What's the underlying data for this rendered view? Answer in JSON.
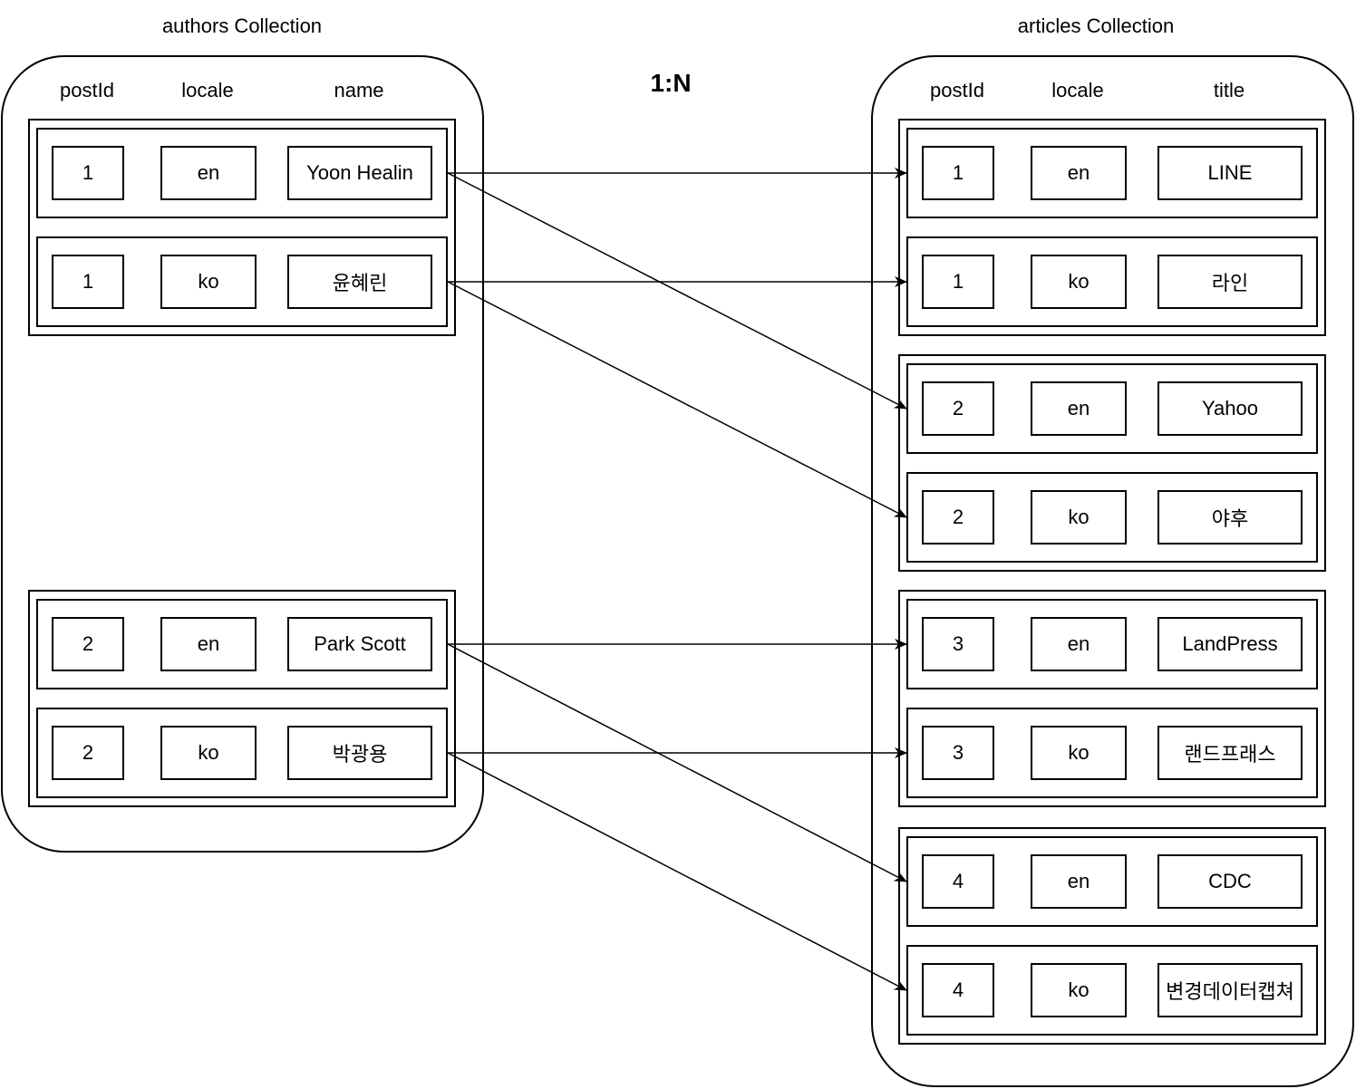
{
  "relationship_label": "1:N",
  "authors": {
    "title": "authors Collection",
    "columns": [
      "postId",
      "locale",
      "name"
    ],
    "groups": [
      {
        "rows": [
          {
            "postId": "1",
            "locale": "en",
            "name": "Yoon Healin"
          },
          {
            "postId": "1",
            "locale": "ko",
            "name": "윤혜린"
          }
        ]
      },
      {
        "rows": [
          {
            "postId": "2",
            "locale": "en",
            "name": "Park Scott"
          },
          {
            "postId": "2",
            "locale": "ko",
            "name": "박광용"
          }
        ]
      }
    ]
  },
  "articles": {
    "title": "articles Collection",
    "columns": [
      "postId",
      "locale",
      "title"
    ],
    "groups": [
      {
        "rows": [
          {
            "postId": "1",
            "locale": "en",
            "title": "LINE"
          },
          {
            "postId": "1",
            "locale": "ko",
            "title": "라인"
          }
        ]
      },
      {
        "rows": [
          {
            "postId": "2",
            "locale": "en",
            "title": "Yahoo"
          },
          {
            "postId": "2",
            "locale": "ko",
            "title": "야후"
          }
        ]
      },
      {
        "rows": [
          {
            "postId": "3",
            "locale": "en",
            "title": "LandPress"
          },
          {
            "postId": "3",
            "locale": "ko",
            "title": "랜드프래스"
          }
        ]
      },
      {
        "rows": [
          {
            "postId": "4",
            "locale": "en",
            "title": "CDC"
          },
          {
            "postId": "4",
            "locale": "ko",
            "title": "변경데이터캡쳐"
          }
        ]
      }
    ]
  },
  "links": [
    {
      "from": "authors.0.0",
      "to": "articles.0.0"
    },
    {
      "from": "authors.0.0",
      "to": "articles.1.0"
    },
    {
      "from": "authors.0.1",
      "to": "articles.0.1"
    },
    {
      "from": "authors.0.1",
      "to": "articles.1.1"
    },
    {
      "from": "authors.1.0",
      "to": "articles.2.0"
    },
    {
      "from": "authors.1.0",
      "to": "articles.3.0"
    },
    {
      "from": "authors.1.1",
      "to": "articles.2.1"
    },
    {
      "from": "authors.1.1",
      "to": "articles.3.1"
    }
  ]
}
